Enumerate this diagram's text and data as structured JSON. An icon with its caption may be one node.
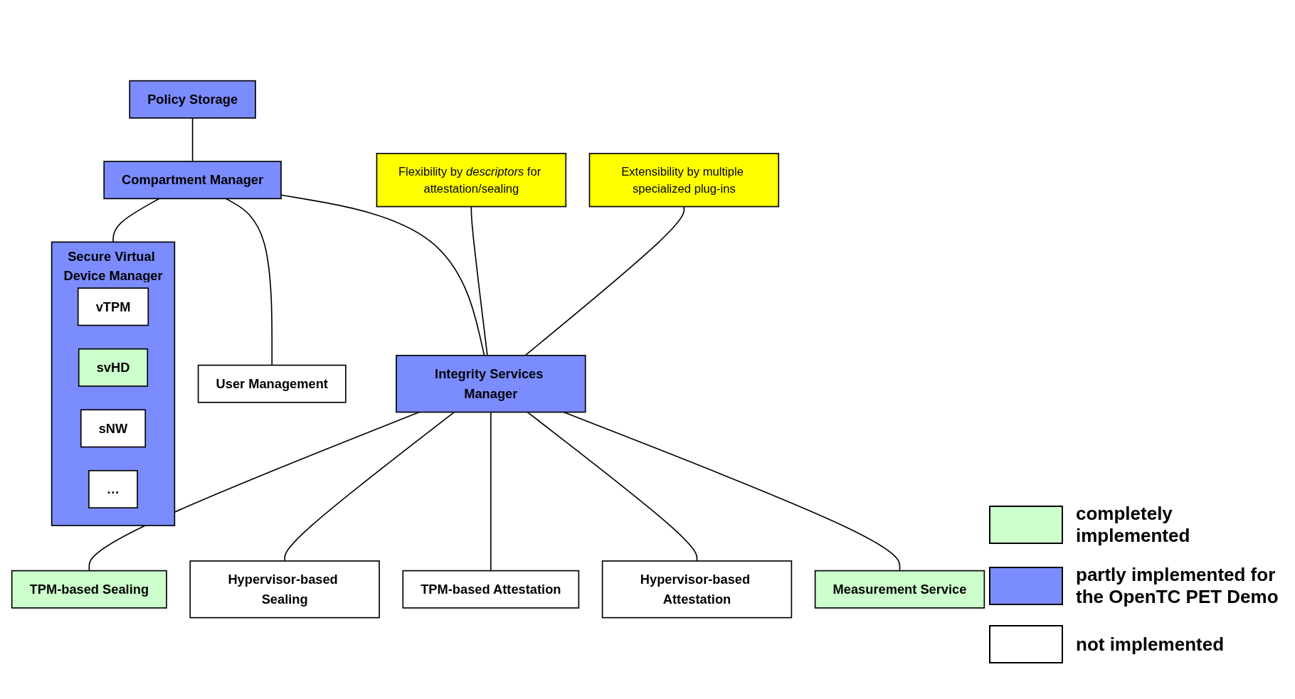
{
  "diagram": {
    "nodes": [
      {
        "text": [
          "Policy Storage"
        ]
      },
      {
        "text": [
          "Compartment Manager"
        ]
      },
      {
        "text": [
          "User Management"
        ]
      },
      {
        "text": [
          "Integrity Services Manager"
        ]
      },
      {
        "text": [
          "Secure Virtual Device Manager"
        ]
      },
      {
        "text": [
          "vTPM"
        ],
        "in": 4
      },
      {
        "text": [
          "svHD"
        ],
        "in": 4
      },
      {
        "text": [
          "sNW"
        ],
        "in": 4
      },
      {
        "text": [
          "…"
        ],
        "in": 4
      },
      {
        "text": [
          "TPM-based Sealing"
        ]
      },
      {
        "text": [
          "Hypervisor-based Sealing"
        ]
      },
      {
        "text": [
          "TPM-based Attestation"
        ]
      },
      {
        "text": [
          "Hypervisor-based Attestation"
        ]
      },
      {
        "text": [
          "Measurement Service"
        ]
      },
      {
        "text": [
          "Flexibility by *descriptors* for attestation/sealing"
        ]
      },
      {
        "text": [
          "Extensibility by multiple specialized plug-ins"
        ]
      }
    ],
    "edges": [
      {
        "from": 0,
        "to": 1,
        "arrow": "none"
      },
      {
        "from": 1,
        "to": 2,
        "arrow": "none"
      },
      {
        "from": 1,
        "to": 3,
        "arrow": "none"
      },
      {
        "from": 1,
        "to": 4,
        "arrow": "none"
      },
      {
        "from": 3,
        "to": 9,
        "arrow": "none"
      },
      {
        "from": 3,
        "to": 10,
        "arrow": "none"
      },
      {
        "from": 3,
        "to": 11,
        "arrow": "none"
      },
      {
        "from": 3,
        "to": 12,
        "arrow": "none"
      },
      {
        "from": 3,
        "to": 13,
        "arrow": "none"
      },
      {
        "from": 14,
        "to": 3,
        "arrow": "none"
      },
      {
        "from": 15,
        "to": 3,
        "arrow": "none"
      }
    ],
    "legend": [
      {
        "text": "completely implemented",
        "color": "#ccffcc"
      },
      {
        "text": "partly implemented for the OpenTC PET Demo",
        "color": "#7b8cff"
      },
      {
        "text": "not implemented",
        "color": "#ffffff"
      }
    ]
  }
}
